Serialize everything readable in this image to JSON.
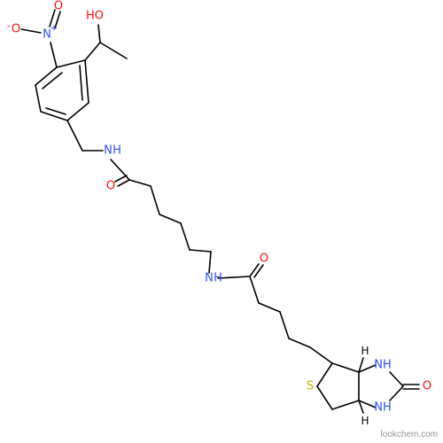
{
  "molecule": {
    "atoms": [
      {
        "id": "HO",
        "label": "HO",
        "color": "#ff0d0d"
      },
      {
        "id": "Nnitro",
        "label": "N",
        "color": "#3050f8",
        "charge": "+"
      },
      {
        "id": "Onitro",
        "label": "O",
        "color": "#ff0d0d",
        "charge": "-"
      },
      {
        "id": "Onitro2",
        "label": "O",
        "color": "#ff0d0d"
      },
      {
        "id": "NH1",
        "label": "N",
        "color": "#3050f8",
        "hydrogen": "H"
      },
      {
        "id": "O1",
        "label": "O",
        "color": "#ff0d0d"
      },
      {
        "id": "NH2",
        "label": "N",
        "color": "#3050f8",
        "hydrogen": "H"
      },
      {
        "id": "O2",
        "label": "O",
        "color": "#ff0d0d"
      },
      {
        "id": "S",
        "label": "S",
        "color": "#c8b400"
      },
      {
        "id": "NH3",
        "label": "NH",
        "color": "#3050f8"
      },
      {
        "id": "NH4",
        "label": "NH",
        "color": "#3050f8"
      },
      {
        "id": "O3",
        "label": "O",
        "color": "#ff0d0d"
      }
    ],
    "stereo_h": [
      "H",
      "H"
    ],
    "stereo_h_color": "#000000"
  },
  "watermark": "lookchem.com"
}
